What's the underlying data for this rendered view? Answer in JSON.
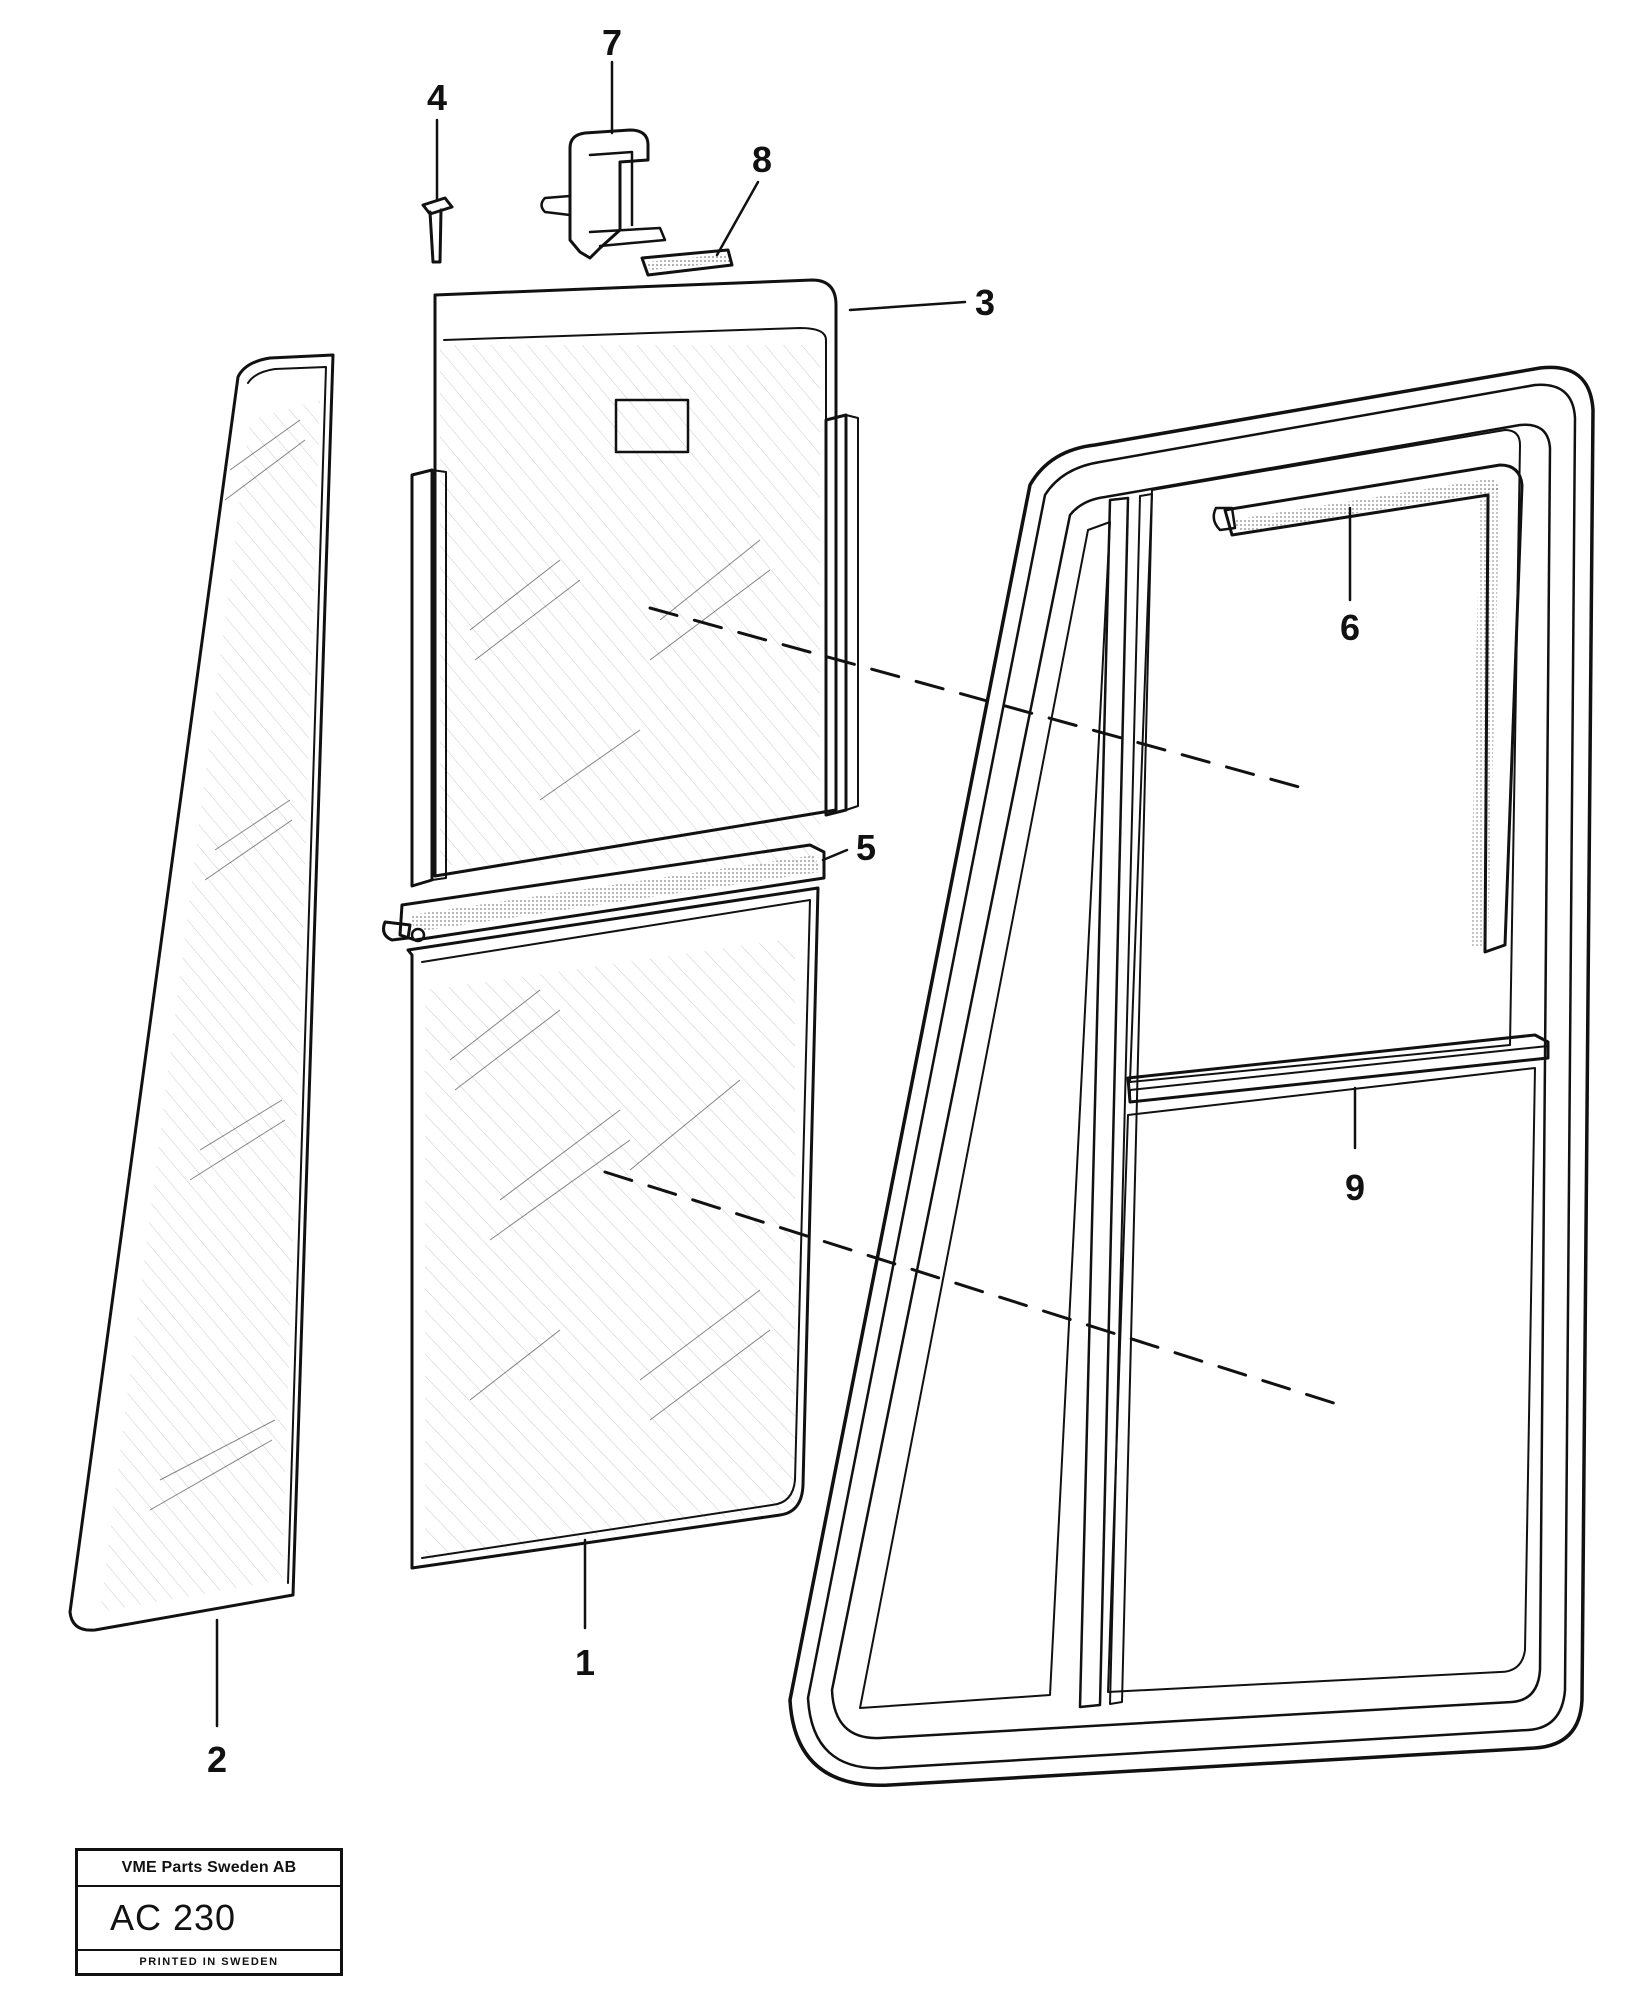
{
  "callouts": [
    {
      "id": "1",
      "label": "1"
    },
    {
      "id": "2",
      "label": "2"
    },
    {
      "id": "3",
      "label": "3"
    },
    {
      "id": "4",
      "label": "4"
    },
    {
      "id": "5",
      "label": "5"
    },
    {
      "id": "6",
      "label": "6"
    },
    {
      "id": "7",
      "label": "7"
    },
    {
      "id": "8",
      "label": "8"
    },
    {
      "id": "9",
      "label": "9"
    }
  ],
  "title_block": {
    "company": "VME Parts Sweden AB",
    "code": "AC 230",
    "printed": "PRINTED IN SWEDEN"
  }
}
